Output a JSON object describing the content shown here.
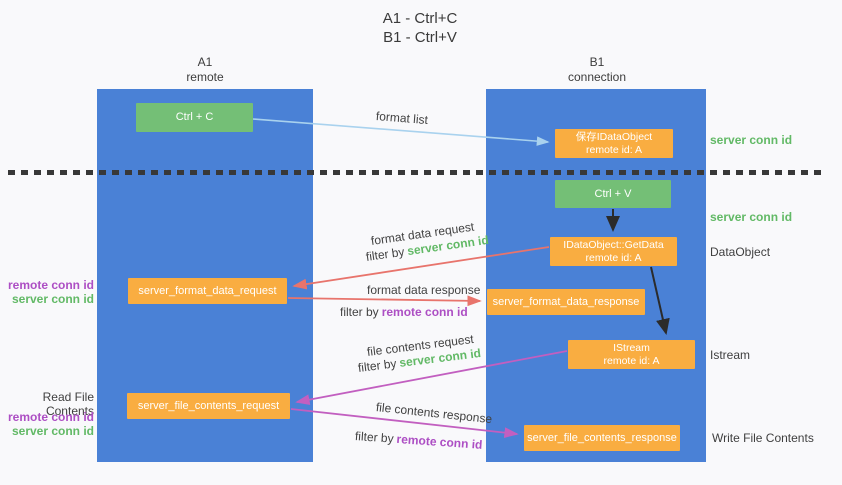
{
  "title": {
    "line1": "A1 - Ctrl+C",
    "line2": "B1 - Ctrl+V"
  },
  "lanes": {
    "left": {
      "name": "A1",
      "sub": "remote"
    },
    "right": {
      "name": "B1",
      "sub": "connection"
    }
  },
  "nodes": {
    "ctrl_c": "Ctrl + C",
    "save_dataobject_line1": "保存IDataObject",
    "save_dataobject_line2": "remote id: A",
    "ctrl_v": "Ctrl + V",
    "getdata_line1": "IDataObject::GetData",
    "getdata_line2": "remote id: A",
    "server_format_data_request": "server_format_data_request",
    "server_format_data_response": "server_format_data_response",
    "istream_line1": "IStream",
    "istream_line2": "remote id: A",
    "server_file_contents_request": "server_file_contents_request",
    "server_file_contents_response": "server_file_contents_response"
  },
  "edge_labels": {
    "format_list": "format list",
    "format_data_request": "format data request",
    "format_data_response": "format data response",
    "file_contents_request": "file contents request",
    "file_contents_response": "file contents response",
    "filter_by": "filter by",
    "server_conn_id": "server conn id",
    "remote_conn_id": "remote conn id"
  },
  "side_labels": {
    "server_conn_id_top": "server conn id",
    "server_conn_id_mid": "server conn id",
    "dataobject": "DataObject",
    "istream": "Istream",
    "write_file_contents": "Write File Contents",
    "read_file_contents": "Read File Contents",
    "remote_conn_id": "remote conn id",
    "server_conn_id": "server conn id"
  },
  "colors": {
    "lane_blue": "#4a81d6",
    "box_green": "#74bf76",
    "box_orange": "#f9ad41",
    "arrow_blue": "#a9d2ee",
    "arrow_salmon": "#e8746c",
    "arrow_purple": "#c25fc0",
    "arrow_black": "#2b2b2b",
    "text_green": "#62b966",
    "text_purple": "#ad4fc4",
    "background": "#f9f9fb"
  }
}
